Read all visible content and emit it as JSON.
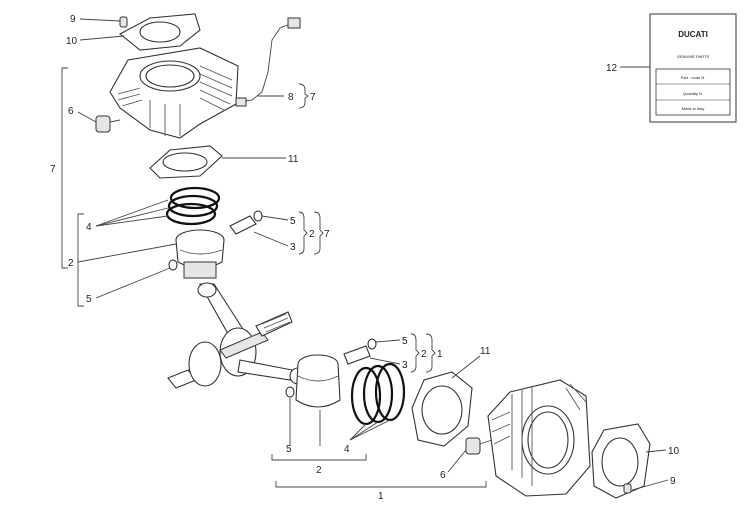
{
  "card": {
    "brand": "DUCATI",
    "subtitle": "GENUINE PARTS",
    "field_1": "Part - code N.",
    "field_2": "Quantity N.",
    "field_3": "Made in Italy"
  },
  "labels": {
    "l9_top": "9",
    "l10_top": "10",
    "l12": "12",
    "l6_top": "6",
    "l8_top": "8",
    "l7_brace_top": "7",
    "l7_left": "7",
    "l11_top": "11",
    "l4_top": "4",
    "l5_pin_top": "5",
    "l3_pin_top": "3",
    "l2_brace_top": "2",
    "l7_brace_mid": "7",
    "l2_left": "2",
    "l5_left": "5",
    "l5_pin_bot": "5",
    "l3_pin_bot": "3",
    "l2_brace_bot": "2",
    "l1_brace": "1",
    "l11_bot": "11",
    "l5_bot": "5",
    "l2_bot": "2",
    "l4_bot": "4",
    "l6_bot": "6",
    "l10_bot": "10",
    "l9_bot": "9",
    "l1_bottom": "1"
  }
}
